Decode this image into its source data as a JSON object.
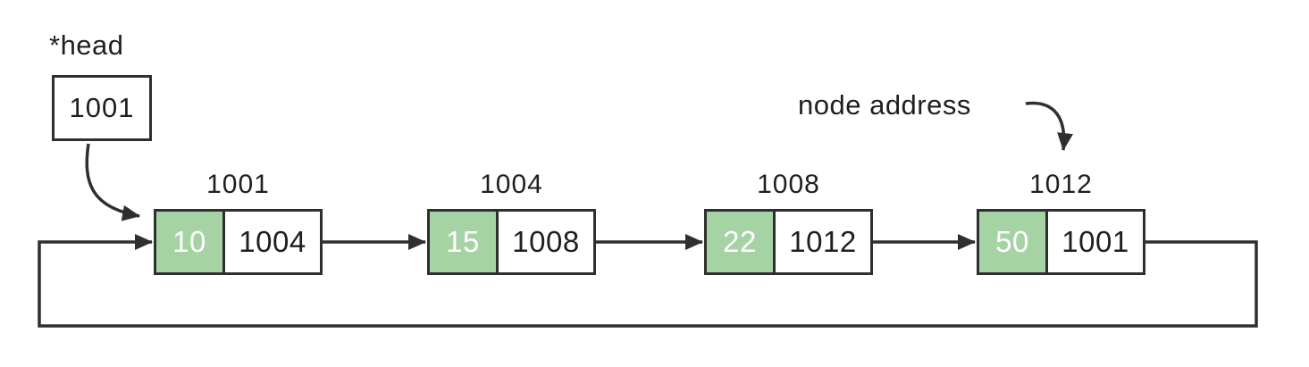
{
  "diagram": {
    "type": "circular-singly-linked-list",
    "head_pointer_label": "*head",
    "head_box_value": "1001",
    "annotation_label": "node address",
    "colors": {
      "node_value_bg": "#a6d3a4",
      "node_value_text": "#ffffff",
      "border_and_arrows": "#2f2f2f",
      "text": "#1f1f1f",
      "background": "#ffffff"
    },
    "nodes": [
      {
        "address": "1001",
        "value": "10",
        "next": "1004"
      },
      {
        "address": "1004",
        "value": "15",
        "next": "1008"
      },
      {
        "address": "1008",
        "value": "22",
        "next": "1012"
      },
      {
        "address": "1012",
        "value": "50",
        "next": "1001"
      }
    ]
  }
}
